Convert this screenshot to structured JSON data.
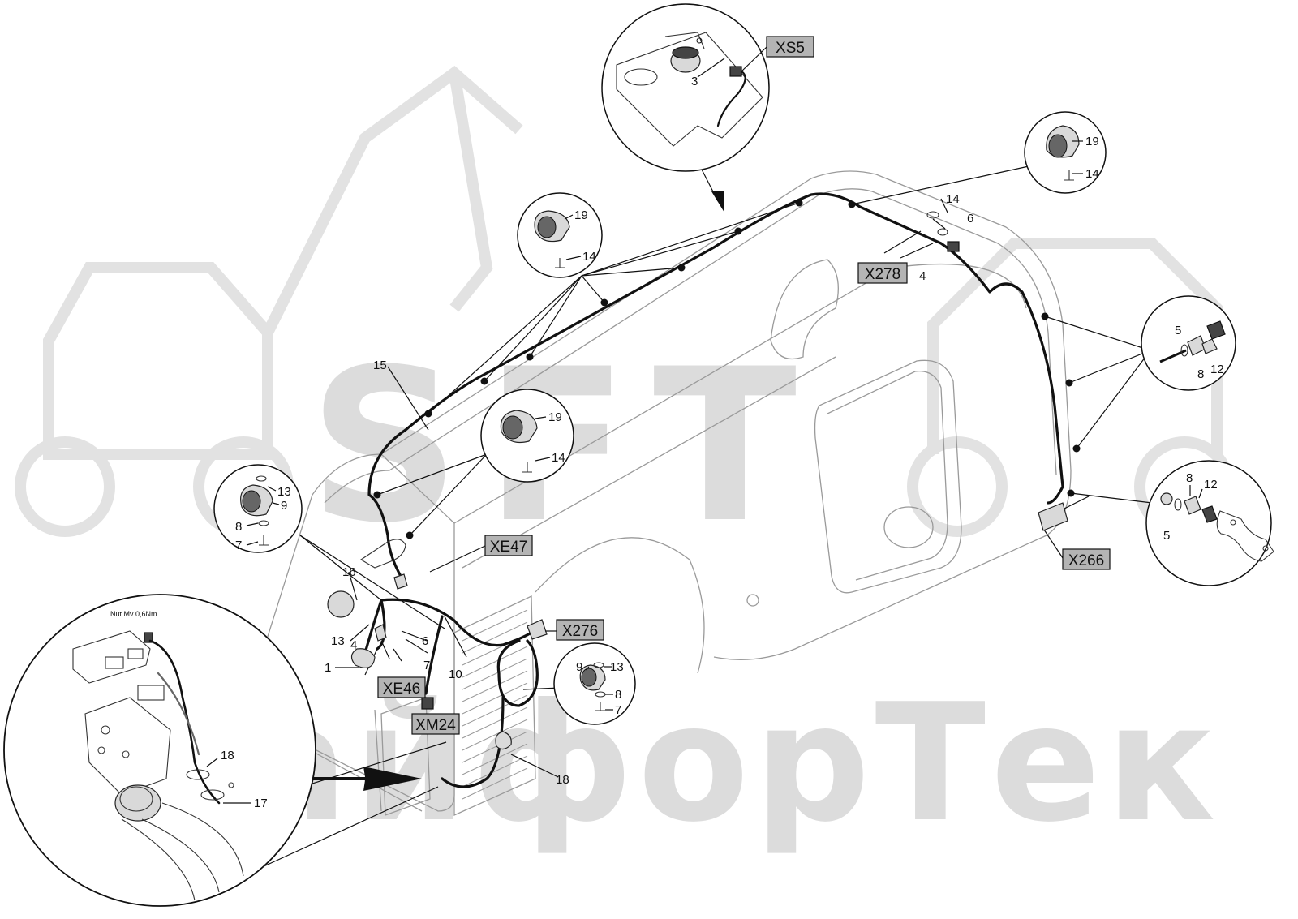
{
  "watermark": {
    "brand": "SFT",
    "subtitle": "СкайфорТек",
    "color": "#dddddd"
  },
  "connectors": {
    "xs5": "XS5",
    "x278": "X278",
    "x266": "X266",
    "xe47": "XE47",
    "x276": "X276",
    "xe46": "XE46",
    "xm24": "XM24"
  },
  "detail_note": "Nut Mv 0,6Nm",
  "numbers": {
    "xs5_3": "3",
    "top_14": "14",
    "top_6": "6",
    "top_4": "4",
    "tr_19": "19",
    "tr_14": "14",
    "c1_19": "19",
    "c1_14": "14",
    "c2_19": "19",
    "c2_14": "14",
    "wire_15": "15",
    "r1_5": "5",
    "r1_12": "12",
    "r1_8": "8",
    "r2_8": "8",
    "r2_12": "12",
    "r2_5": "5",
    "l_13": "13",
    "l_9": "9",
    "l_8": "8",
    "l_7": "7",
    "p_16": "16",
    "p_13": "13",
    "p_4": "4",
    "p_6": "6",
    "p_7": "7",
    "p_1": "1",
    "p_10": "10",
    "m_9": "9",
    "m_13": "13",
    "m_8": "8",
    "m_7": "7",
    "m_18": "18",
    "d_18": "18",
    "d_17": "17"
  },
  "colors": {
    "tag_fill": "#b4b4b4",
    "line": "#111111",
    "panel": "#9a9a9a"
  }
}
